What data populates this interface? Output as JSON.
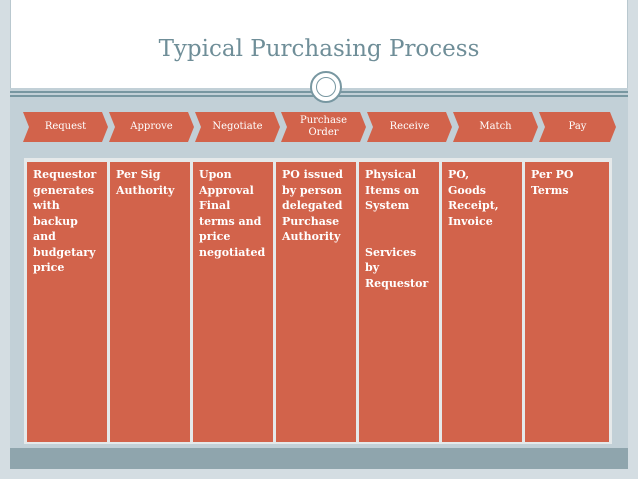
{
  "slide": {
    "title": "Typical Purchasing Process"
  },
  "colors": {
    "chevron": "#d2634b",
    "cell": "#d2634b",
    "title": "#6f8e98",
    "accent_line": "#7897a1"
  },
  "steps": [
    {
      "label": "Request"
    },
    {
      "label": "Approve"
    },
    {
      "label": "Negotiate"
    },
    {
      "label": "Purchase\nOrder"
    },
    {
      "label": "Receive"
    },
    {
      "label": "Match"
    },
    {
      "label": "Pay"
    }
  ],
  "details": [
    {
      "text": "Requestor\ngenerates\nwith\nbackup and\nbudgetary\nprice"
    },
    {
      "text": "Per Sig\nAuthority"
    },
    {
      "text": "Upon\nApproval\nFinal\nterms and\nprice\nnegotiated"
    },
    {
      "text": "PO issued\nby person\ndelegated\nPurchase\nAuthority"
    },
    {
      "text": "Physical\nItems on\nSystem\n\n\nServices\nby\nRequestor"
    },
    {
      "text": "PO,\nGoods\nReceipt,\nInvoice"
    },
    {
      "text": "Per PO\nTerms"
    }
  ]
}
